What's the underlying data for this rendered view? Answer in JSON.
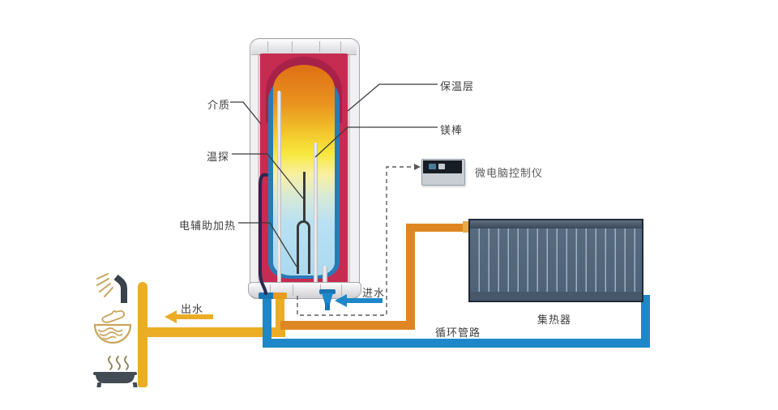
{
  "diagram": {
    "type": "solar-water-heater-system-schematic",
    "labels": {
      "medium": "介质",
      "temp_probe": "温探",
      "electric_aux_heater": "电辅助加热",
      "insulation_layer": "保温层",
      "magnesium_rod": "镁棒",
      "controller": "微电脑控制仪",
      "water_outlet": "出水",
      "water_inlet": "进水",
      "collector": "集热器",
      "circulation_pipe": "循环管路"
    },
    "colors": {
      "hot_water_pipe": "#EBAD25",
      "circulation_hot_pipe": "#DE8722",
      "cold_pipe": "#1E87C9",
      "insulation_red": "#C62B52",
      "inner_tank_blue": "#2B7AB8",
      "collector_body": "#54687E",
      "label_text": "#3F3F3F"
    },
    "icons": {
      "shower": "shower-icon",
      "hand_wash": "hand-wash-basin-icon",
      "bathtub": "bathtub-icon"
    }
  }
}
